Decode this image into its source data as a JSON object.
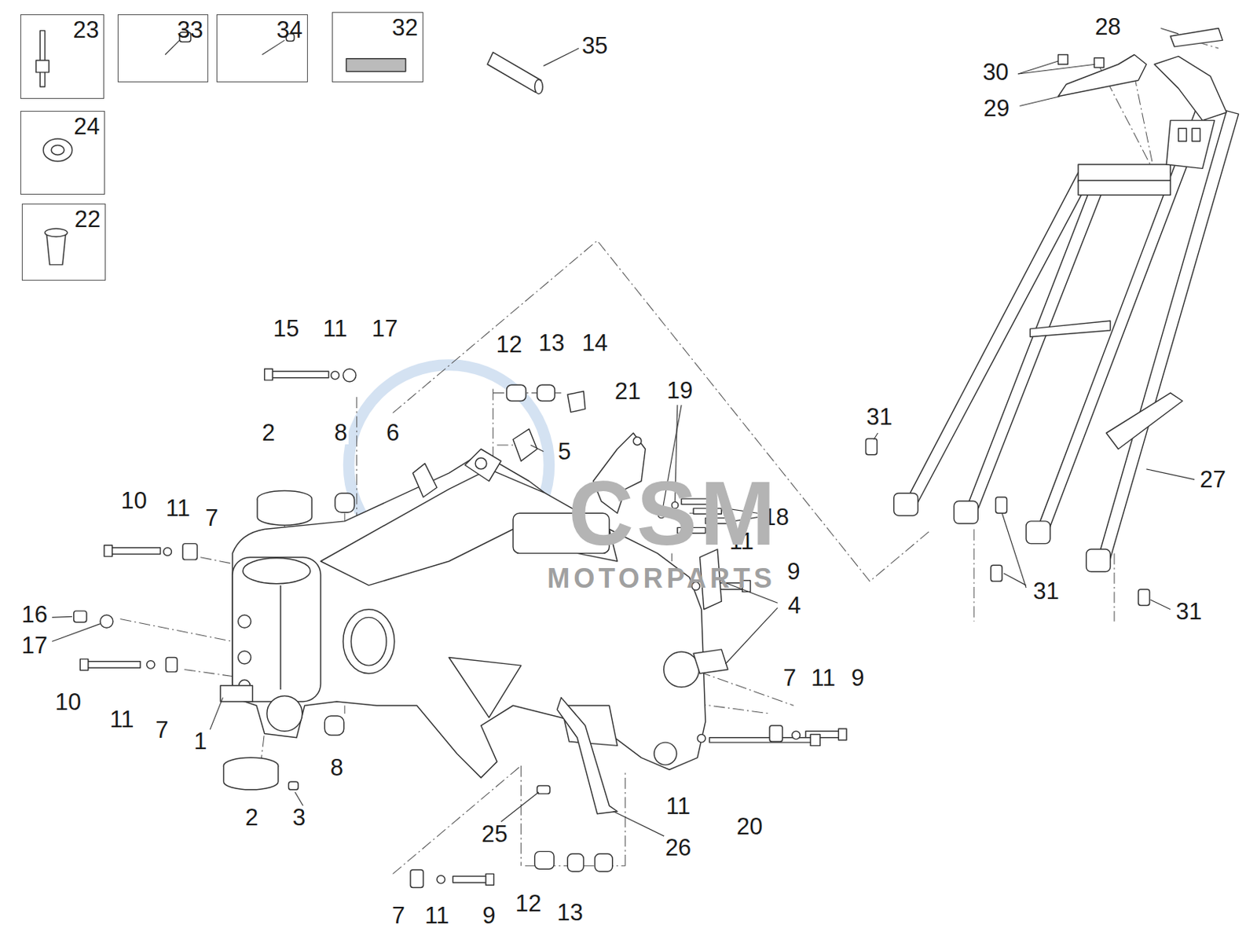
{
  "diagram": {
    "nodes": [
      {
        "text": [
          "23"
        ]
      },
      {
        "text": [
          "33"
        ]
      },
      {
        "text": [
          "34"
        ]
      },
      {
        "text": [
          "32"
        ]
      },
      {
        "text": [
          "24"
        ]
      },
      {
        "text": [
          "22"
        ]
      }
    ],
    "labels": [
      "35",
      "28",
      "30",
      "29",
      "15",
      "11",
      "17",
      "12",
      "13",
      "14",
      "21",
      "19",
      "2",
      "8",
      "6",
      "5",
      "18",
      "10",
      "11",
      "7",
      "11",
      "9",
      "4",
      "31",
      "27",
      "31",
      "31",
      "16",
      "17",
      "10",
      "11",
      "7",
      "1",
      "8",
      "2",
      "3",
      "7",
      "11",
      "9",
      "11",
      "20",
      "25",
      "26",
      "7",
      "11",
      "9",
      "12",
      "13",
      "CSM",
      "MOTORPARTS"
    ]
  }
}
